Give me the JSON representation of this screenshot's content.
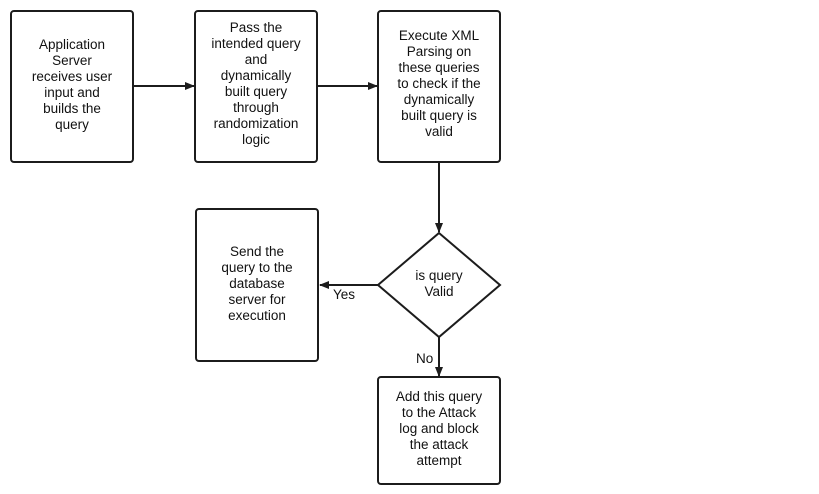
{
  "nodes": {
    "app_server": "Application\nServer\nreceives user\ninput and\nbuilds the\nquery",
    "randomize": "Pass the\nintended query\nand\ndynamically\nbuilt query\nthrough\nrandomization\nlogic",
    "xml_parse": "Execute XML\nParsing on\nthese queries\nto check if the\ndynamically\nbuilt query is\nvalid",
    "decision": "is query\nValid",
    "send_db": "Send the\nquery to the\ndatabase\nserver for\nexecution",
    "attack_log": "Add this query\nto the Attack\nlog and block\nthe attack\nattempt"
  },
  "edge_labels": {
    "yes": "Yes",
    "no": "No"
  }
}
